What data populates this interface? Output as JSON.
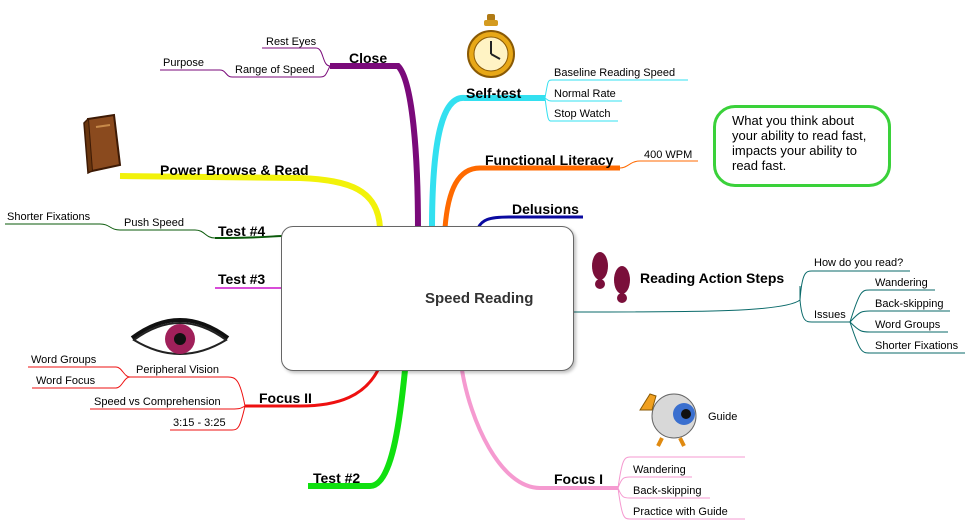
{
  "center": {
    "title": "Speed Reading"
  },
  "callout": {
    "text": "What you think about your ability to read fast, impacts your ability to read fast."
  },
  "branches": {
    "close": {
      "label": "Close",
      "color": "#7a0a7a",
      "rest_eyes": "Rest Eyes",
      "range_of_speed": "Range of Speed",
      "purpose": "Purpose"
    },
    "self_test": {
      "label": "Self-test",
      "color": "#33e0f0",
      "items": [
        "Baseline Reading Speed",
        "Normal Rate",
        "Stop Watch"
      ]
    },
    "power_browse": {
      "label": "Power Browse & Read",
      "color": "#f2f20a"
    },
    "functional_literacy": {
      "label": "Functional Literacy",
      "color": "#ff6a00",
      "wpm": "400 WPM"
    },
    "delusions": {
      "label": "Delusions",
      "color": "#0a0aa0"
    },
    "test4": {
      "label": "Test #4",
      "color": "#0a5a0a",
      "push_speed": "Push Speed",
      "shorter_fixations": "Shorter Fixations"
    },
    "reading_action": {
      "label": "Reading Action Steps",
      "color": "#0a6a6a",
      "how": "How do you read?",
      "issues": "Issues",
      "issue_items": [
        "Wandering",
        "Back-skipping",
        "Word Groups",
        "Shorter Fixations"
      ]
    },
    "test3": {
      "label": "Test #3",
      "color": "#cc10cc"
    },
    "focus2": {
      "label": "Focus II",
      "color": "#ee1010",
      "peripheral": "Peripheral Vision",
      "word_groups": "Word Groups",
      "word_focus": "Word Focus",
      "speed_vs_comp": "Speed vs Comprehension",
      "time": "3:15 - 3:25"
    },
    "focus1": {
      "label": "Focus I",
      "color": "#f59ad0",
      "guide": "Guide",
      "items": [
        "Wandering",
        "Back-skipping",
        "Practice with Guide"
      ]
    },
    "test2": {
      "label": "Test #2",
      "color": "#10e010"
    }
  }
}
